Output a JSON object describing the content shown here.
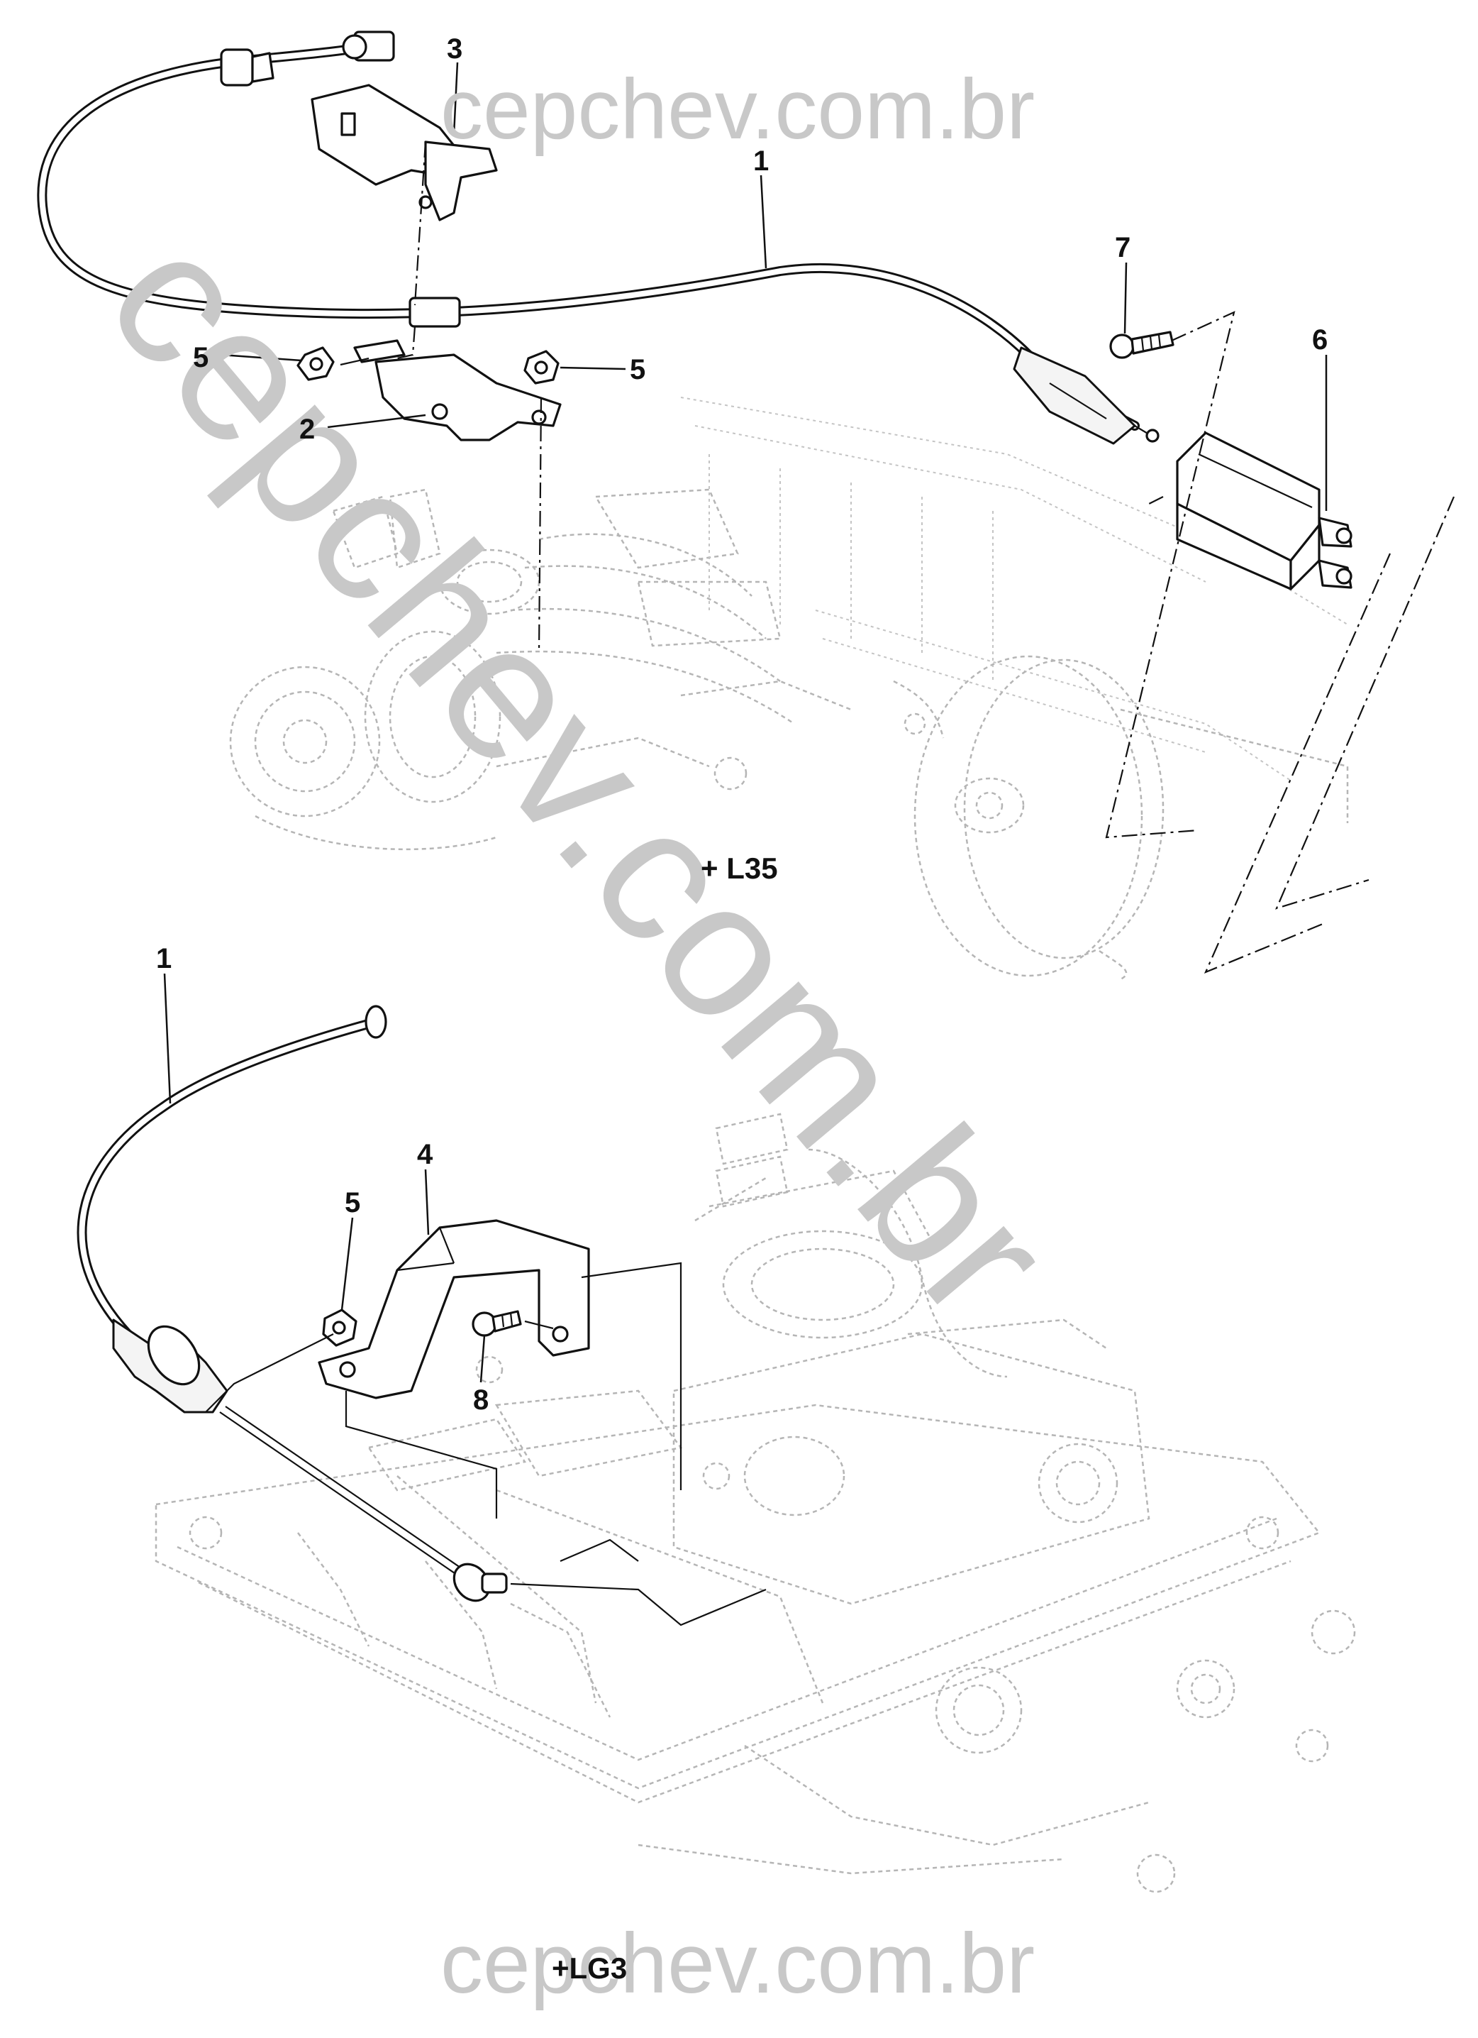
{
  "watermark": {
    "top": "cepchev.com.br",
    "diagonal": "cepchev.com.br",
    "bottom": "cepchev.com.br"
  },
  "callouts": {
    "c1_top": "1",
    "c2": "2",
    "c3": "3",
    "c5_left": "5",
    "c5_right": "5",
    "c6": "6",
    "c7": "7",
    "c1_bottom": "1",
    "c4": "4",
    "c5_bottom": "5",
    "c8": "8"
  },
  "variants": {
    "top": "+ L35",
    "bottom": "+LG3"
  }
}
